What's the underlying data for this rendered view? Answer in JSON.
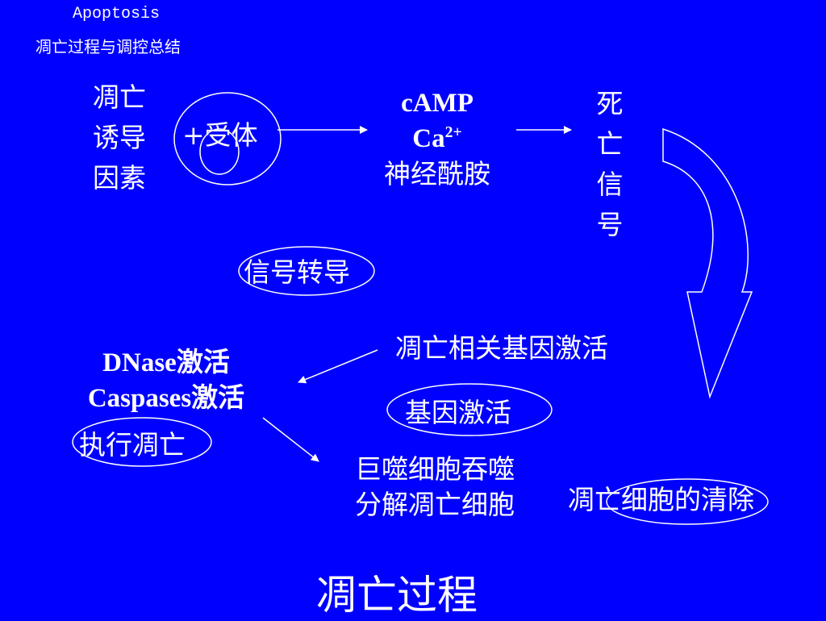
{
  "header": {
    "title_en": "Apoptosis",
    "title_cn": "凋亡过程与调控总结"
  },
  "diagram": {
    "inducer_line1": "凋亡",
    "inducer_line2": "诱导",
    "inducer_line3": "因素",
    "receptor": "+受体",
    "messenger_camp": "cAMP",
    "messenger_ca": "Ca",
    "messenger_ca_sup": "2+",
    "messenger_ceramide": "神经酰胺",
    "death_signal_chars": [
      "死",
      "亡",
      "信",
      "号"
    ],
    "signal_transduction": "信号转导",
    "gene_activation_title": "凋亡相关基因激活",
    "gene_activation_label": "基因激活",
    "dnase": "DNase激活",
    "caspases": "Caspases激活",
    "execution_label": "执行凋亡",
    "phagocyte_line1": "巨噬细胞吞噬",
    "phagocyte_line2": "分解凋亡细胞",
    "clearance_label": "凋亡细胞的清除"
  },
  "footer": {
    "title": "凋亡过程"
  },
  "colors": {
    "background": "#0000ff",
    "text": "#ffffff"
  }
}
